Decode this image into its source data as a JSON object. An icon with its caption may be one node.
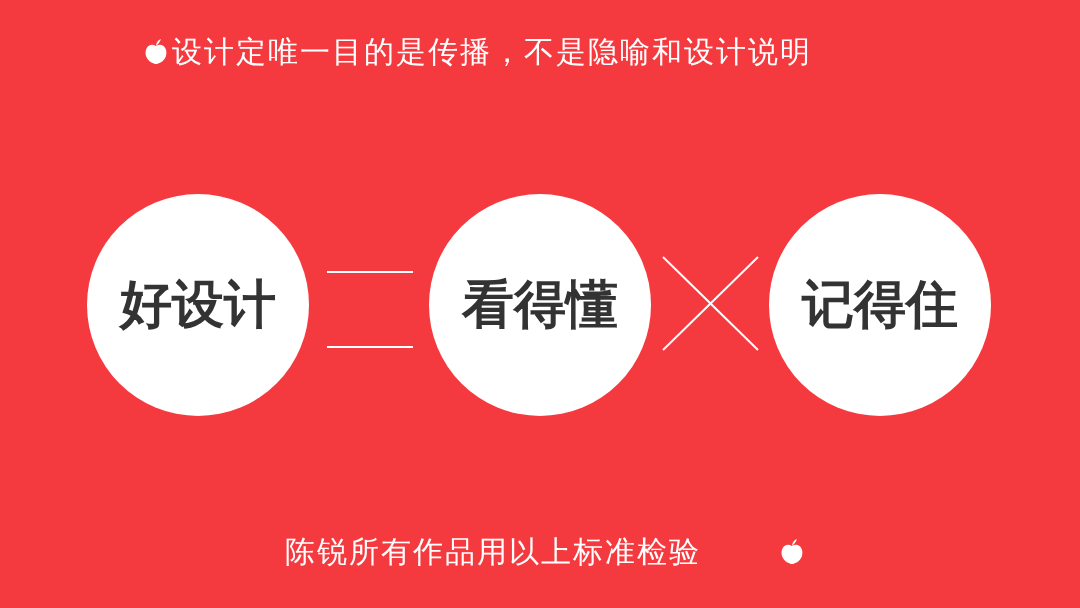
{
  "diagram": {
    "title": "设计定唯一目的是传播，不是隐喻和设计说明",
    "nodes": [
      {
        "text": [
          "好设计"
        ]
      },
      {
        "text": [
          "看得懂"
        ]
      },
      {
        "text": [
          "记得住"
        ]
      }
    ],
    "labels": [
      "陈锐所有作品用以上标准检验"
    ]
  }
}
